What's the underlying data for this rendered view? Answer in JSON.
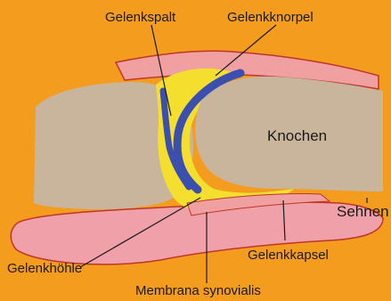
{
  "colors": {
    "background": "#f39c1e",
    "bone": "#c9b49c",
    "cartilage": "#f5df2e",
    "joint_space": "#3a4fb0",
    "capsule": "#f0a0a0",
    "tendon": "#e6b8b8",
    "outline": "#c0352a"
  },
  "labels": {
    "gelenkspalt": "Gelenkspalt",
    "gelenkknorpel": "Gelenkknorpel",
    "knochen": "Knochen",
    "sehnen": "Sehnen",
    "gelenkkapsel": "Gelenkkapsel",
    "gelenkhoehle": "Gelenkhöhle",
    "membrana": "Membrana synovialis"
  }
}
